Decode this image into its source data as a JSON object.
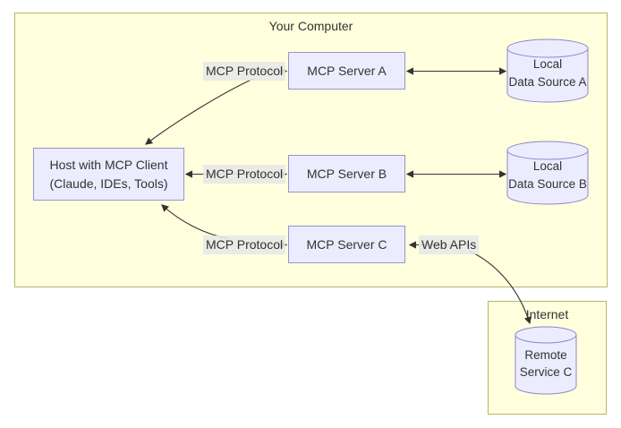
{
  "clusters": {
    "your_computer": {
      "label": "Your Computer"
    },
    "internet": {
      "label": "Internet"
    }
  },
  "nodes": {
    "host": {
      "line1": "Host with MCP Client",
      "line2": "(Claude, IDEs, Tools)"
    },
    "server_a": {
      "label": "MCP Server A"
    },
    "server_b": {
      "label": "MCP Server B"
    },
    "server_c": {
      "label": "MCP Server C"
    },
    "data_source_a": {
      "line1": "Local",
      "line2": "Data Source A"
    },
    "data_source_b": {
      "line1": "Local",
      "line2": "Data Source B"
    },
    "remote_service_c": {
      "line1": "Remote",
      "line2": "Service C"
    }
  },
  "edge_labels": {
    "mcp_protocol_a": "MCP Protocol",
    "mcp_protocol_b": "MCP Protocol",
    "mcp_protocol_c": "MCP Protocol",
    "web_apis": "Web APIs"
  },
  "colors": {
    "cluster_fill": "#ffffde",
    "cluster_border": "#aaaa33",
    "node_fill": "#ececff",
    "node_border": "#9370db",
    "edge_color": "#333333",
    "edge_label_bg": "#e8e8e8",
    "text_color": "#333333",
    "page_background": "#ffffff"
  }
}
